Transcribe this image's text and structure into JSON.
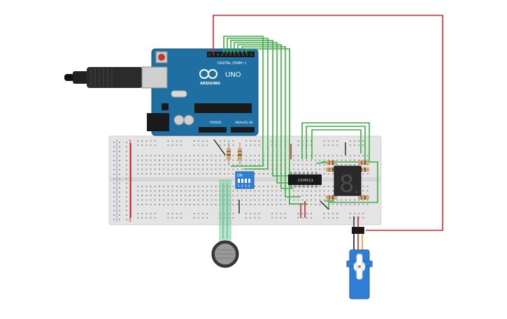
{
  "arduino": {
    "brand": "ARDUINO",
    "model": "UNO",
    "digital_label": "DIGITAL (PWM~)",
    "power_label": "POWER",
    "analog_label": "ANALOG IN",
    "board_color": "#1f6fa3"
  },
  "decoder_chip": {
    "label": "CD4511"
  },
  "dip_switch": {
    "label": "ON",
    "positions": [
      "1",
      "2",
      "3",
      "4"
    ]
  },
  "seven_segment": {
    "digit": "8"
  },
  "wire_colors": {
    "power": "#d9252a",
    "signal": "#3cb043",
    "ground": "#222222"
  }
}
